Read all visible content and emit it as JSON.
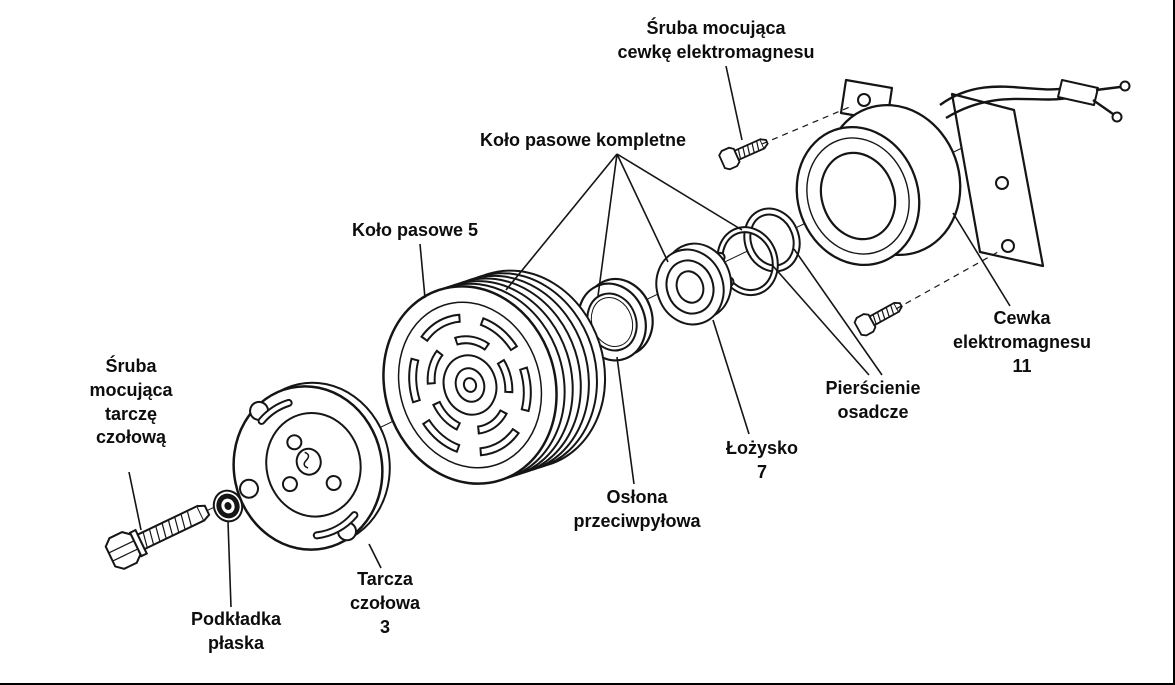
{
  "diagram": {
    "type": "exploded-parts-diagram",
    "subject": "compressor electromagnetic clutch",
    "labels": {
      "coil_screw": "Śruba mocująca\ncewkę elektromagnesu",
      "pulley_complete": "Koło pasowe kompletne",
      "pulley": "Koło pasowe 5",
      "front_plate_screw": "Śruba\nmocująca\ntarczę\nczołową",
      "washer": "Podkładka\npłaska",
      "front_plate": "Tarcza\nczołowa\n3",
      "dust_cover": "Osłona\nprzeciwpyłowa",
      "bearing": "Łożysko\n7",
      "retaining_rings": "Pierścienie\nosadcze",
      "coil": "Cewka\nelektromagnesu\n11"
    },
    "colors": {
      "line": "#151515",
      "background": "#ffffff",
      "text": "#0d0d0d"
    }
  }
}
